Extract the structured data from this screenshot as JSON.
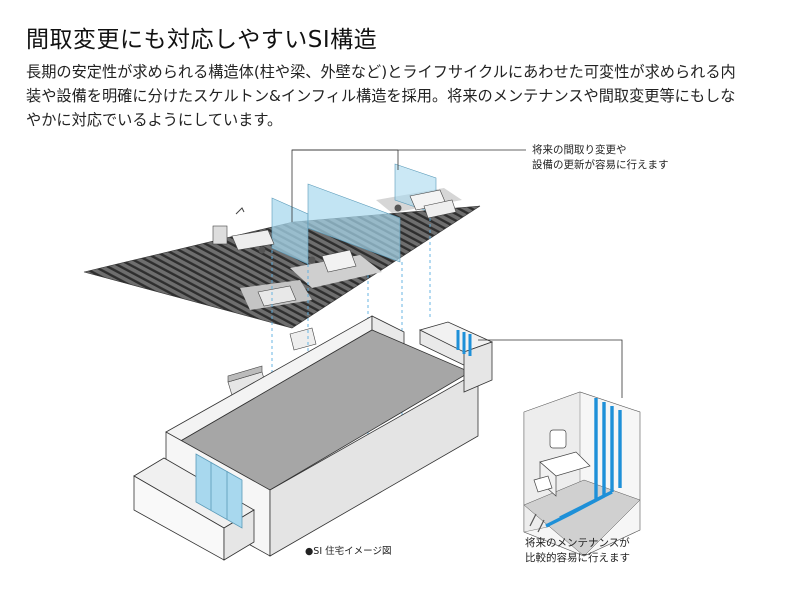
{
  "header": {
    "title": "間取変更にも対応しやすいSI構造",
    "description_lines": [
      "長期の安定性が求められる構造体(柱や梁、外壁など)とライフサイクルにあわせた可変性が求められる内",
      "装や設備を明確に分けたスケルトン&インフィル構造を採用。将来のメンテナンスや間取変更等にもしな",
      "やかに対応でいるようにしています。"
    ]
  },
  "diagram": {
    "note_top": [
      "将来の間取り変更や",
      "設備の更新が容易に行えます"
    ],
    "note_bottom": [
      "将来のメンテナンスが",
      "比較的容易に行えます"
    ],
    "caption": "●SI 住宅イメージ図",
    "colors": {
      "glass": "#a8d8ee",
      "pipe": "#1e90d8",
      "floor": "#a9a9a9",
      "stripe": "#4a4a4a",
      "line": "#333333"
    }
  }
}
